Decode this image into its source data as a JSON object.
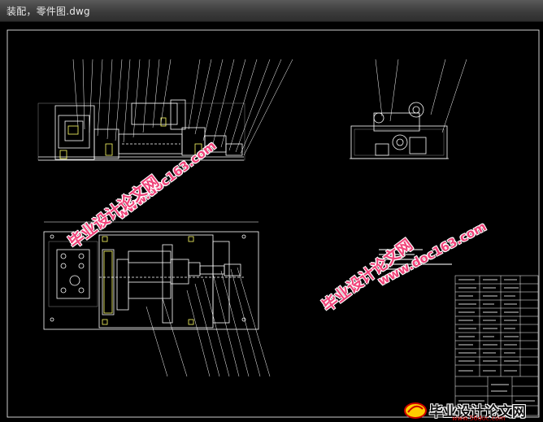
{
  "window": {
    "title": "装配，零件图.dwg"
  },
  "watermarks": {
    "cn_text": "毕业设计论文网",
    "url_text": "www.doc163.com"
  },
  "branding": {
    "name": "毕业设计论文网",
    "url": "www.56doc.com"
  },
  "colors": {
    "background": "#000000",
    "lines": "#ffffff",
    "watermark": "#f0447a"
  }
}
